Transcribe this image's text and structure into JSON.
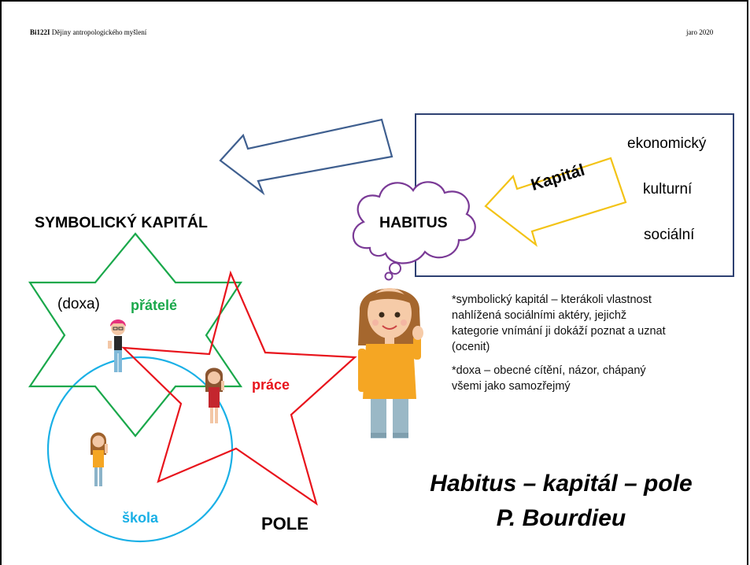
{
  "header": {
    "course_code": "Bi122I",
    "course_name": "Dějiny antropologického myšlení",
    "semester": "jaro 2020"
  },
  "diagram": {
    "symbolic_capital": "SYMBOLICKÝ KAPITÁL",
    "habitus": "HABITUS",
    "capital_label": "Kapitál",
    "capital_types": [
      "ekonomický",
      "kulturní",
      "sociální"
    ],
    "doxa": "(doxa)",
    "friends": "přátelé",
    "work": "práce",
    "school": "škola",
    "field": "POLE"
  },
  "notes": [
    "*symbolický kapitál – kterákoli vlastnost nahlížená sociálními aktéry, jejichž kategorie vnímání ji dokáží poznat a uznat (ocenit)",
    "*doxa – obecné cítění, názor, chápaný všemi jako samozřejmý"
  ],
  "title": {
    "line1": "Habitus – kapitál – pole",
    "line2": "P. Bourdieu"
  },
  "colors": {
    "green": "#1aa84b",
    "red": "#e8141c",
    "blue_circle": "#1ab0e6",
    "box_navy": "#2e4172",
    "yellow_arrow": "#f3c316",
    "cloud_purple": "#7a3a96",
    "arrow_blue": "#3f5f8f"
  }
}
